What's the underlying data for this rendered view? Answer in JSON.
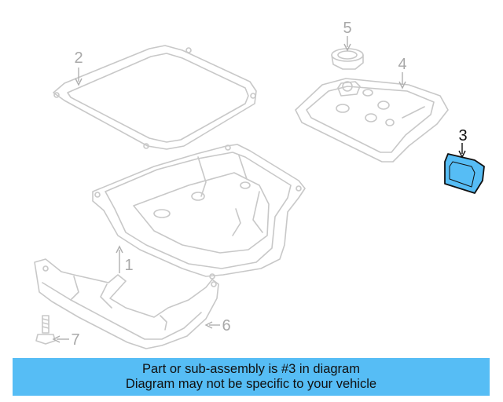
{
  "diagram": {
    "callouts": [
      "1",
      "2",
      "3",
      "4",
      "5",
      "6",
      "7"
    ],
    "highlighted_callout": "3",
    "colors": {
      "ghost_line": "#c8c8c8",
      "callout_text": "#a8a8a8",
      "highlight_fill": "#56bdf5",
      "highlight_outline": "#111111"
    }
  },
  "banner": {
    "line1": "Part or sub-assembly is #3 in diagram",
    "line2": "Diagram may not be specific to your vehicle",
    "color": "#56bdf5"
  }
}
